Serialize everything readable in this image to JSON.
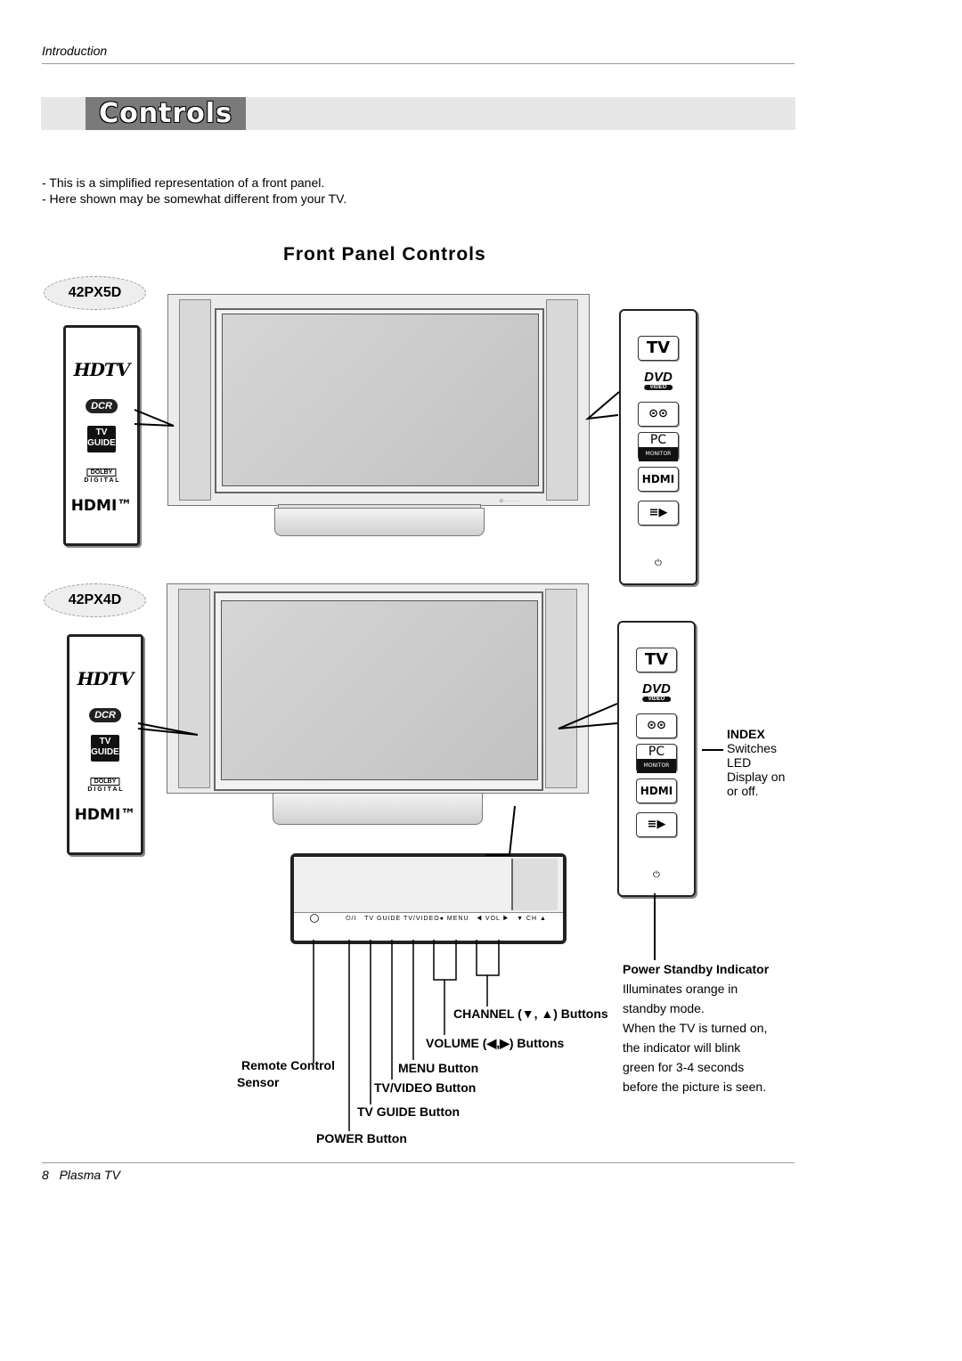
{
  "header": {
    "section": "Introduction"
  },
  "title": "Controls",
  "notes": [
    "- This is a simplified representation of a front panel.",
    "- Here shown may be somewhat different from your TV."
  ],
  "panel_heading": "Front Panel Controls",
  "models": [
    "42PX5D",
    "42PX4D"
  ],
  "left_logos": {
    "hdtv": "HDTV",
    "dcr": "DCR",
    "tvguide_top": "TV",
    "tvguide_bottom": "GUIDE",
    "dolby": "DOLBY",
    "dolby_sub": "D I G I T A L",
    "hdmi": "HDMI™"
  },
  "right_buttons": {
    "tv": "TV",
    "dvd": "DVD",
    "dvd_sub": "VIDEO",
    "vcr": "⊙⊙",
    "pc": "PC",
    "pc_sub": "MONITOR",
    "hdmi": "HDMI",
    "extra": "≡▶",
    "power": "⏻"
  },
  "tv_panel_tiny": [
    "⏻/I",
    "TV GUIDE",
    "TV/VIDEO●",
    "MENU",
    "◀ VOL ▶",
    "▼ CH ▲"
  ],
  "callouts": {
    "index_title": "INDEX",
    "index_desc": [
      "Switches",
      "LED",
      "Display on",
      "or off."
    ],
    "power_standby_title": "Power Standby Indicator",
    "power_standby_desc": [
      "Illuminates orange in",
      "standby mode.",
      "When the TV is turned on,",
      "the indicator will blink",
      "green for 3-4 seconds",
      "before the picture is seen."
    ],
    "channel": "CHANNEL (▼, ▲) Buttons",
    "volume": "VOLUME (◀,▶) Buttons",
    "remote_sensor": [
      "Remote Control",
      "Sensor"
    ],
    "menu": "MENU Button",
    "tv_video": "TV/VIDEO Button",
    "tv_guide": "TV GUIDE Button",
    "power": "POWER Button"
  },
  "footer": {
    "page_number": "8",
    "product": "Plasma TV"
  }
}
